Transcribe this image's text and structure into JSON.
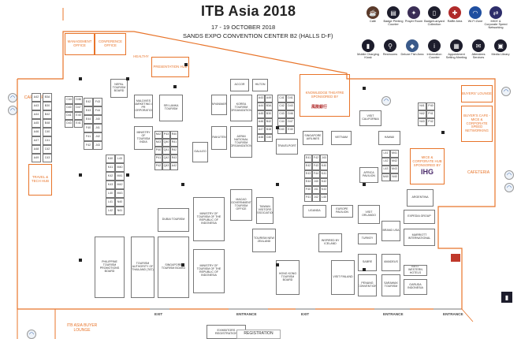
{
  "header": {
    "title": "ITB Asia 2018",
    "dates": "17 - 19 OCTOBER 2018",
    "venue": "SANDS EXPO CONVENTION CENTER B2 (HALLS D-F)"
  },
  "legend": [
    {
      "label": "Cafe",
      "icon": "cafe-icon"
    },
    {
      "label": "Badge Printing Counter",
      "icon": "badge-printing-icon"
    },
    {
      "label": "Prayer Room",
      "icon": "prayer-room-icon"
    },
    {
      "label": "Badge/Lanyard Collection",
      "icon": "lanyard-icon"
    },
    {
      "label": "Raffle Area",
      "icon": "raffle-icon"
    },
    {
      "label": "Wi-Fi Zone",
      "icon": "wifi-icon"
    },
    {
      "label": "MICE & Corporate Speed Networking",
      "icon": "handshake-icon"
    },
    {
      "label": "Mobile Charging Kiosk",
      "icon": "charging-icon"
    },
    {
      "label": "Restrooms",
      "icon": "restroom-icon"
    },
    {
      "label": "Deluxe Fish Area",
      "icon": "fish-icon"
    },
    {
      "label": "Information Counter",
      "icon": "info-icon"
    },
    {
      "label": "Appointment Setting Meeting",
      "icon": "appointment-icon"
    },
    {
      "label": "Attendees Services",
      "icon": "attendees-icon"
    },
    {
      "label": "Media Library",
      "icon": "media-icon"
    }
  ],
  "zones": {
    "cafeteria_left": "CAFETERIA",
    "travel_tech_hub": "TRAVEL & TECH HUB",
    "presentation_hub": "PRESENTATION HUB",
    "knowledge_theatre": "KNOWLEDGE THEATRE SPONSORED BY",
    "buyers_lounge": "BUYERS' LOUNGE",
    "buyers_cafe": "BUYER'S CAFE - MICE & CORPORATE SPEED NETWORKING",
    "mice_hub": "MICE & CORPORATE HUB SPONSORED BY",
    "ihg": "IHG",
    "cafeteria_right": "CAFETERIA",
    "buyer_lounge_bottom": "ITB ASIA BUYER LOUNGE",
    "registration": "REGISTRATION",
    "exhibitor_registration": "EXHIBITORS REGISTRATION",
    "management_office": "MANAGEMENT OFFICE",
    "conference_office": "CONFERENCE OFFICE",
    "healthy": "HEALTHY",
    "sponsor_brand": "風險銀行"
  },
  "exits": [
    {
      "label": "EXIT"
    },
    {
      "label": "ENTRANCE"
    },
    {
      "label": "EXIT"
    },
    {
      "label": "ENTRANCE"
    },
    {
      "label": "ENTRANCE"
    }
  ],
  "booths": [
    {
      "id": "A42"
    },
    {
      "id": "A43"
    },
    {
      "id": "A44"
    },
    {
      "id": "A45"
    },
    {
      "id": "A46"
    },
    {
      "id": "A47"
    },
    {
      "id": "A48"
    },
    {
      "id": "A49"
    },
    {
      "id": "B3A"
    },
    {
      "id": "B30"
    },
    {
      "id": "B42"
    },
    {
      "id": "B48"
    },
    {
      "id": "C40"
    },
    {
      "id": "C41"
    },
    {
      "id": "C42"
    },
    {
      "id": "C43"
    },
    {
      "id": "C44"
    },
    {
      "id": "D40"
    },
    {
      "id": "D41"
    },
    {
      "id": "D43"
    },
    {
      "id": "D46"
    },
    {
      "id": "D47"
    },
    {
      "id": "E40"
    },
    {
      "id": "E41"
    },
    {
      "id": "E42"
    },
    {
      "id": "E43"
    },
    {
      "id": "E44"
    },
    {
      "id": "F40"
    },
    {
      "id": "F41"
    },
    {
      "id": "F42"
    },
    {
      "id": "F43"
    },
    {
      "id": "F44"
    },
    {
      "id": "J40"
    },
    {
      "id": "J41"
    },
    {
      "id": "J42"
    },
    {
      "id": "J43"
    },
    {
      "id": "K40"
    },
    {
      "id": "K41"
    },
    {
      "id": "K42"
    },
    {
      "id": "K43"
    },
    {
      "id": "L40"
    },
    {
      "id": "L41"
    },
    {
      "id": "L42"
    },
    {
      "id": "L43"
    },
    {
      "id": "M40"
    },
    {
      "id": "M41"
    },
    {
      "id": "M42"
    },
    {
      "id": "M43"
    },
    {
      "id": "N40"
    },
    {
      "id": "N41"
    },
    {
      "id": "N42"
    },
    {
      "id": "N43"
    },
    {
      "id": "P40"
    },
    {
      "id": "P41"
    },
    {
      "id": "P42"
    },
    {
      "id": "P43"
    },
    {
      "id": "Q40"
    },
    {
      "id": "Q41"
    },
    {
      "id": "Q42"
    },
    {
      "id": "Q43"
    },
    {
      "id": "R40"
    },
    {
      "id": "R41"
    },
    {
      "id": "R42"
    },
    {
      "id": "R43"
    }
  ],
  "named_booths": [
    {
      "name": "PHILIPPINE TOURISM PROMOTIONS BOARD"
    },
    {
      "name": "TOURISM AUTHORITY OF THAILAND (TAT)"
    },
    {
      "name": "SINGAPORE TOURISM BOARD"
    },
    {
      "name": "MINISTRY OF TOURISM OF THE REPUBLIC OF INDONESIA"
    },
    {
      "name": "MINISTRY OF TOURISM OF THE REPUBLIC OF INDONESIA"
    },
    {
      "name": "KOREA TOURISM ORGANIZATION"
    },
    {
      "name": "JAPAN NATIONAL TOURISM ORGANIZATION"
    },
    {
      "name": "VISIT FINLAND"
    },
    {
      "name": "INSPIRED BY ICELAND"
    },
    {
      "name": "HONG KONG TOURISM BOARD"
    },
    {
      "name": "TOURISM NEW ZEALAND"
    },
    {
      "name": "MACAO GOVERNMENT TOURISM OFFICE"
    },
    {
      "name": "TAIWAN VISITORS ASSOCIATION"
    },
    {
      "name": "DUBAI TOURISM"
    },
    {
      "name": "MALDIVES MARKETING & PR CORPORATION"
    },
    {
      "name": "SRI LANKA TOURISM"
    },
    {
      "name": "NEPAL TOURISM BOARD"
    },
    {
      "name": "MINISTRY OF TOURISM INDIA"
    },
    {
      "name": "TURKEY"
    },
    {
      "name": "VISIT ORLANDO"
    },
    {
      "name": "BRAND USA"
    },
    {
      "name": "EXPEDIA GROUP"
    },
    {
      "name": "MARRIOTT INTERNATIONAL"
    },
    {
      "name": "SABRE"
    },
    {
      "name": "AMADEUS"
    },
    {
      "name": "BEST WESTERN HOTELS"
    },
    {
      "name": "GARUDA INDONESIA"
    },
    {
      "name": "PENANG CONVENTION"
    },
    {
      "name": "SARAWAK TOURISM"
    },
    {
      "name": "AFRICA PAVILION"
    },
    {
      "name": "EUROPE PAVILION"
    },
    {
      "name": "UGANDA"
    },
    {
      "name": "ARGENTINA"
    },
    {
      "name": "MYANMAR"
    },
    {
      "name": "HILTON"
    },
    {
      "name": "ACCOR"
    },
    {
      "name": "TRAVELPORT"
    },
    {
      "name": "SINGAPORE AIRLINES"
    },
    {
      "name": "VIETNAM"
    },
    {
      "name": "HAWAII"
    },
    {
      "name": "VISIT CALIFORNIA"
    },
    {
      "name": "RAKUTEN"
    },
    {
      "name": "GALILEO"
    }
  ]
}
